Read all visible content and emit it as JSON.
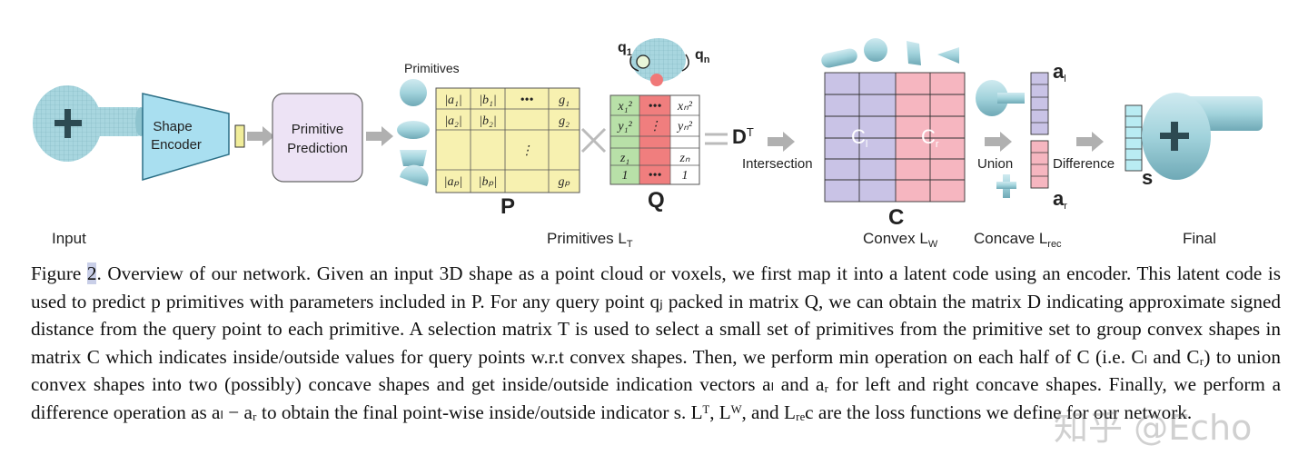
{
  "figure": {
    "labels": {
      "input": "Input",
      "shape_encoder": [
        "Shape",
        "Encoder"
      ],
      "primitive_prediction": [
        "Primitive",
        "Prediction"
      ],
      "primitives_header": "Primitives",
      "primitives_loss": "Primitives L",
      "primitives_loss_sub": "T",
      "matrix_p": "P",
      "matrix_q": "Q",
      "matrix_d": "D",
      "matrix_d_sup": "T",
      "intersection": "Intersection",
      "matrix_c": "C",
      "c_left": "C",
      "c_left_sub": "l",
      "c_right": "C",
      "c_right_sub": "r",
      "convex_loss": "Convex L",
      "convex_loss_sub": "W",
      "union": "Union",
      "vec_al": "a",
      "vec_al_sub": "l",
      "vec_ar": "a",
      "vec_ar_sub": "r",
      "concave_loss": "Concave  L",
      "concave_loss_sub": "rec",
      "difference": "Difference",
      "vec_s": "s",
      "final": "Final",
      "q1": "q",
      "q1_sub": "1",
      "qn": "q",
      "qn_sub": "n"
    },
    "p_matrix": {
      "rows": [
        [
          "|a₁|",
          "|b₁|",
          "•••",
          "g₁"
        ],
        [
          "|a₂|",
          "|b₂|",
          "",
          "g₂"
        ],
        [
          "",
          "",
          "⋮",
          ""
        ],
        [
          "|aₚ|",
          "|bₚ|",
          "",
          "gₚ"
        ]
      ]
    },
    "q_matrix": {
      "rows": [
        [
          "x₁²",
          "•••",
          "xₙ²"
        ],
        [
          "y₁²",
          "⋮",
          "yₙ²"
        ],
        [
          "z₁",
          "",
          "zₙ"
        ],
        [
          "1",
          "•••",
          "1"
        ]
      ]
    },
    "colors": {
      "encoder_fill": "#a9dff0",
      "prediction_fill": "#ede3f5",
      "p_matrix_fill": "#f7f1b0",
      "q_green": "#b8e0a8",
      "q_red": "#f07e7e",
      "c_left": "#c9c3e6",
      "c_right": "#f6b6c0",
      "arrow": "#b0b0b0"
    }
  },
  "caption": {
    "figure_label": "Figure ",
    "figure_number": "2",
    "text": ". Overview of our network. Given an input 3D shape as a point cloud or voxels, we first map it into a latent code using an encoder. This latent code is used to predict p primitives with parameters included in P. For any query point qⱼ packed in matrix Q, we can obtain the matrix D indicating approximate signed distance from the query point to each primitive. A selection matrix T is used to select a small set of primitives from the primitive set to group convex shapes in matrix C which indicates inside/outside values for query points w.r.t convex shapes. Then, we perform min operation on each half of C (i.e. Cₗ and Cᵣ) to union convex shapes into two (possibly) concave shapes and get inside/outside indication vectors aₗ and aᵣ for left and right concave shapes. Finally, we perform a difference operation as aₗ − aᵣ to obtain the final point-wise inside/outside indicator s. Lᵀ, Lᵂ, and Lᵣₑc are the loss functions we define for our network."
  },
  "watermark": "知乎 @Echo"
}
